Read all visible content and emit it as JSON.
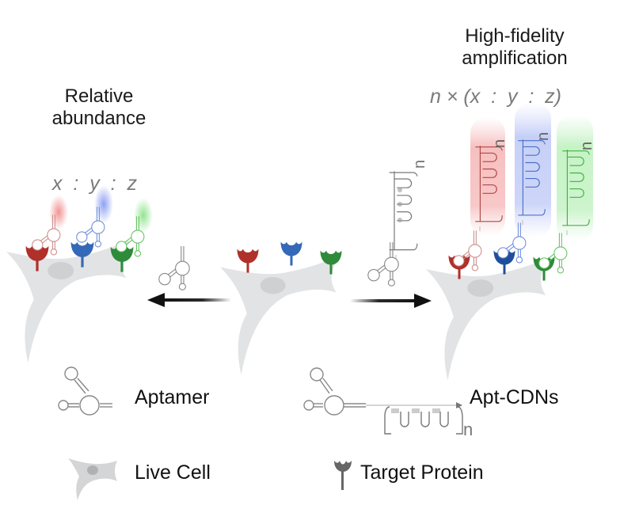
{
  "titles": {
    "left_line1": "Relative",
    "left_line2": "abundance",
    "right_line1": "High-fidelity",
    "right_line2": "amplification"
  },
  "ratios": {
    "left": "x  :  y  :  z",
    "right": "n × (x  :  y  :  z)"
  },
  "repeat_label": "n",
  "legend": {
    "aptamer": "Aptamer",
    "apt_cdns": "Apt-CDNs",
    "live_cell": "Live Cell",
    "target_protein": "Target Protein"
  },
  "colors": {
    "red": "#b0302a",
    "blue": "#3568b8",
    "green": "#2f8a3a",
    "cell": "#e2e3e4",
    "nucleus": "#cfd0d2",
    "grey_line": "#8a8a8a",
    "arrow": "#111111",
    "ratio_text": "#7a7a7a"
  }
}
